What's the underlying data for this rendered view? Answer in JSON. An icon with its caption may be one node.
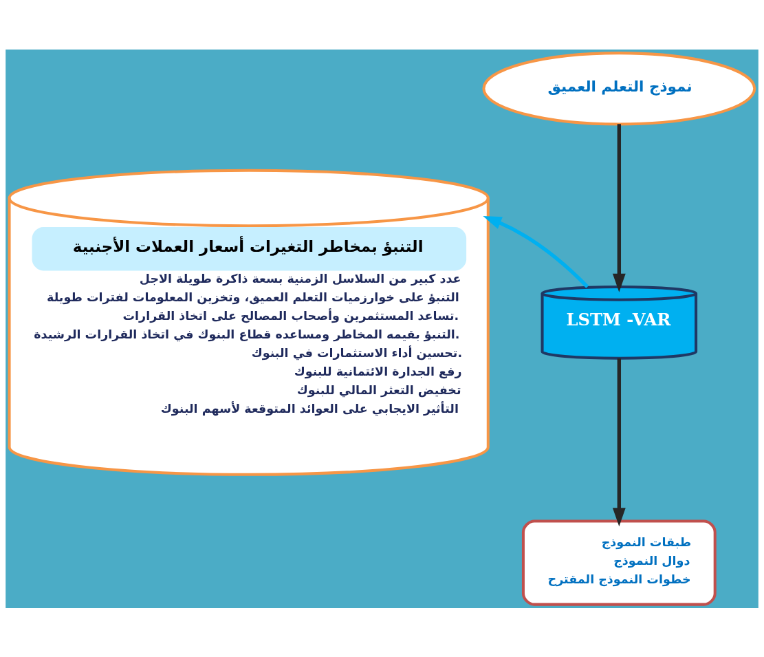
{
  "diagram": {
    "nodes": [
      {
        "text": [
          "نموذج التعلم العميق"
        ]
      },
      {
        "text": [
          "LSTM -VAR"
        ]
      },
      {
        "text": [
          "طبقات النموذج",
          "دوال النموذج",
          "خطوات النموذج المقترح"
        ]
      },
      {
        "text": [
          "التنبؤ بمخاطر التغيرات أسعار العملات الأجنبية",
          "عدد كبير من السلاسل الزمنية بسعة ذاكرة طويلة الاجل",
          "التنبؤ على خوارزميات التعلم العميق، وتخزين المعلومات لفترات طويلة",
          "تساعد المستثمرين وأصحاب المصالح على اتخاذ القرارات.",
          "التنبؤ بقيمه المخاطر ومساعده قطاع البنوك في اتخاذ القرارات الرشيدة.",
          "تحسين أداء الاستثمارات في البنوك.",
          "رفع الجدارة الائتمانية للبنوك",
          "تخفيض التعثر المالي للبنوك",
          "التأثير الايجابي على العوائد المتوقعة لأسهم البنوك"
        ]
      }
    ],
    "edges": [
      {
        "from": 0,
        "to": 1,
        "arrow": "to"
      },
      {
        "from": 1,
        "to": 2,
        "arrow": "to"
      },
      {
        "from": 1,
        "to": 3,
        "arrow": "to",
        "color": "#00b0f0"
      }
    ]
  }
}
